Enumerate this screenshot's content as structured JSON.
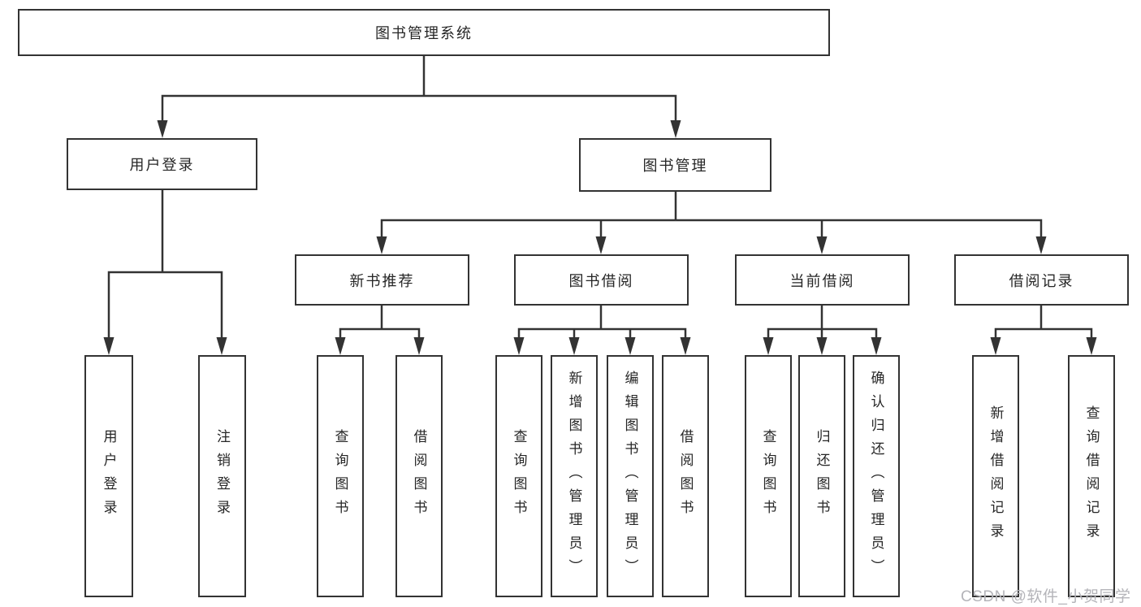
{
  "diagram": {
    "type": "hierarchy-diagram",
    "tree": {
      "label": "图书管理系统",
      "children": [
        {
          "label": "用户登录",
          "children": [
            {
              "label": "用户登录"
            },
            {
              "label": "注销登录"
            }
          ]
        },
        {
          "label": "图书管理",
          "children": [
            {
              "label": "新书推荐",
              "children": [
                {
                  "label": "查询图书"
                },
                {
                  "label": "借阅图书"
                }
              ]
            },
            {
              "label": "图书借阅",
              "children": [
                {
                  "label": "查询图书"
                },
                {
                  "label": "新增图书（管理员）"
                },
                {
                  "label": "编辑图书（管理员）"
                },
                {
                  "label": "借阅图书"
                }
              ]
            },
            {
              "label": "当前借阅",
              "children": [
                {
                  "label": "查询图书"
                },
                {
                  "label": "归还图书"
                },
                {
                  "label": "确认归还（管理员）"
                }
              ]
            },
            {
              "label": "借阅记录",
              "children": [
                {
                  "label": "新增借阅记录"
                },
                {
                  "label": "查询借阅记录"
                }
              ]
            }
          ]
        }
      ]
    },
    "colors": {
      "line": "#333333",
      "box_border": "#333333",
      "box_fill": "#ffffff",
      "text": "#262626",
      "background": "#ffffff",
      "watermark_text": "#b4b4b9"
    }
  },
  "watermark": "CSDN @软件_小贺同学"
}
